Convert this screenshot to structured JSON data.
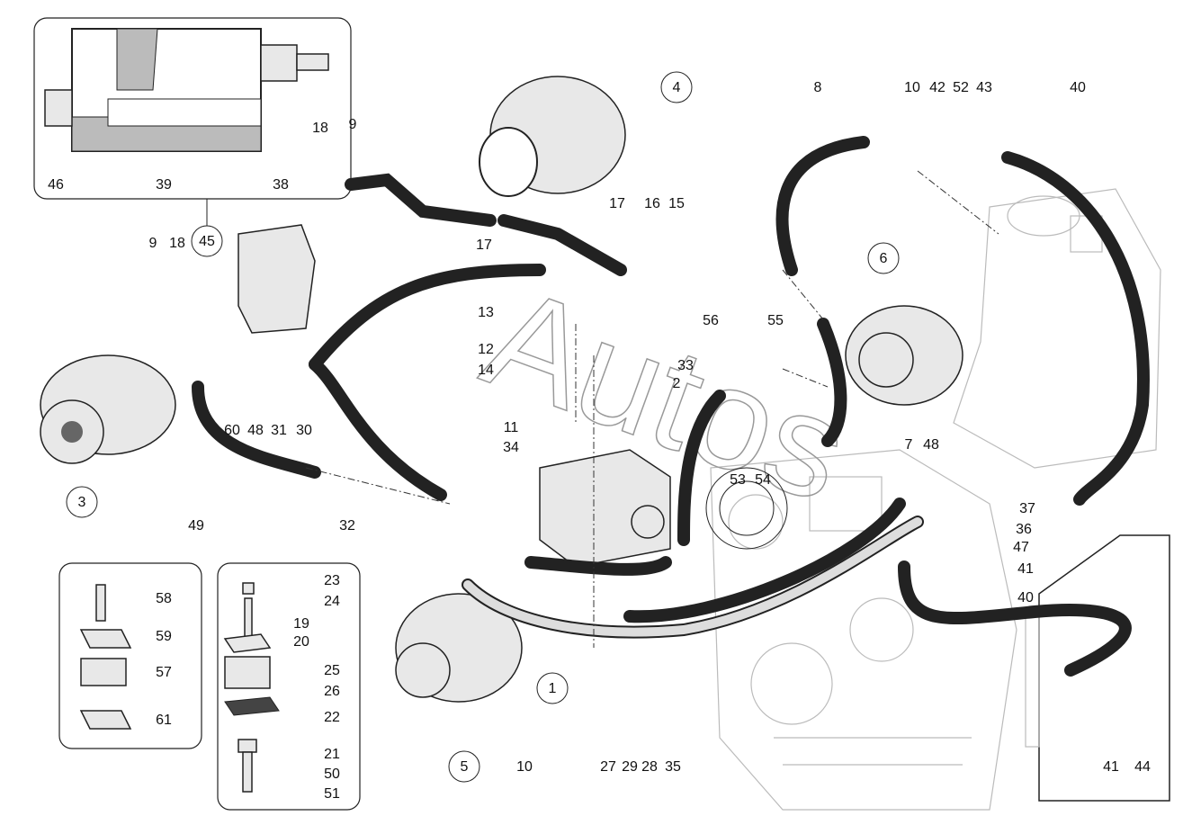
{
  "diagram": {
    "watermark": "Autos",
    "callouts": [
      "46",
      "39",
      "38",
      "45",
      "18",
      "9",
      "9",
      "18",
      "17",
      "16",
      "15",
      "17",
      "4",
      "8",
      "10",
      "42",
      "52",
      "43",
      "40",
      "6",
      "13",
      "12",
      "14",
      "56",
      "55",
      "33",
      "2",
      "11",
      "34",
      "53",
      "54",
      "7",
      "48",
      "37",
      "36",
      "47",
      "41",
      "40",
      "60",
      "48",
      "31",
      "30",
      "3",
      "49",
      "32",
      "58",
      "59",
      "57",
      "61",
      "23",
      "24",
      "19",
      "20",
      "25",
      "26",
      "22",
      "21",
      "50",
      "51",
      "1",
      "5",
      "10",
      "27",
      "29",
      "28",
      "35",
      "41",
      "44"
    ],
    "circled": [
      "45",
      "4",
      "6",
      "3",
      "1",
      "5"
    ]
  }
}
